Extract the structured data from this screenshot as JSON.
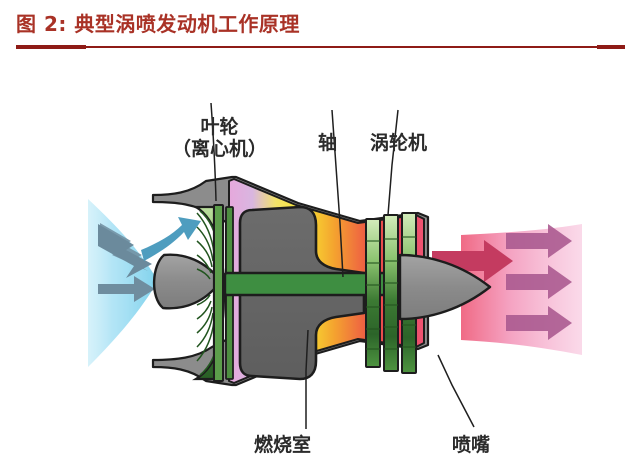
{
  "figure": {
    "number_label": "图 2:",
    "title": "图 2:  典型涡喷发动机工作原理",
    "title_color": "#A93226",
    "rule_color": "#8E1B16",
    "subject": "turbojet-engine-cutaway-diagram"
  },
  "labels": {
    "impeller_line1": "叶轮",
    "impeller_line2": "（离心机）",
    "shaft": "轴",
    "turbine": "涡轮机",
    "combustor": "燃烧室",
    "nozzle": "喷嘴"
  },
  "colors": {
    "intake_flow": "#8FD8F0",
    "intake_arrow": "#6E8C9E",
    "intake_arrow_inner": "#4E9DBF",
    "exhaust_flow_hot": "#EE5C77",
    "exhaust_flow_cool": "#F7B8D2",
    "exhaust_arrow_hot": "#C03A62",
    "exhaust_arrow_cool": "#A8588E",
    "blade_green_light": "#BBE29A",
    "blade_green_mid": "#6FB053",
    "blade_green_dark": "#2F6B2B",
    "shaft_green": "#3E8E41",
    "body_gray": "#666666",
    "cone_gray": "#8A8A8A",
    "casing_gray": "#8C8C8C",
    "combustor_pink": "#E9A6D4",
    "combustor_yellow": "#F7E23A",
    "combustor_orange": "#F08B32",
    "combustor_red": "#E8394F",
    "outline": "#1a1a1a"
  },
  "arrows": {
    "intake_count": 2,
    "intake_direction": "right",
    "intake_inner_count": 1,
    "exhaust_hot_count": 1,
    "exhaust_cool_count": 3,
    "exhaust_direction": "right"
  },
  "components": {
    "turbine_stage_columns": 3,
    "compressor_type": "centrifugal-impeller",
    "nose_cone": "present",
    "exhaust_cone": "present"
  }
}
